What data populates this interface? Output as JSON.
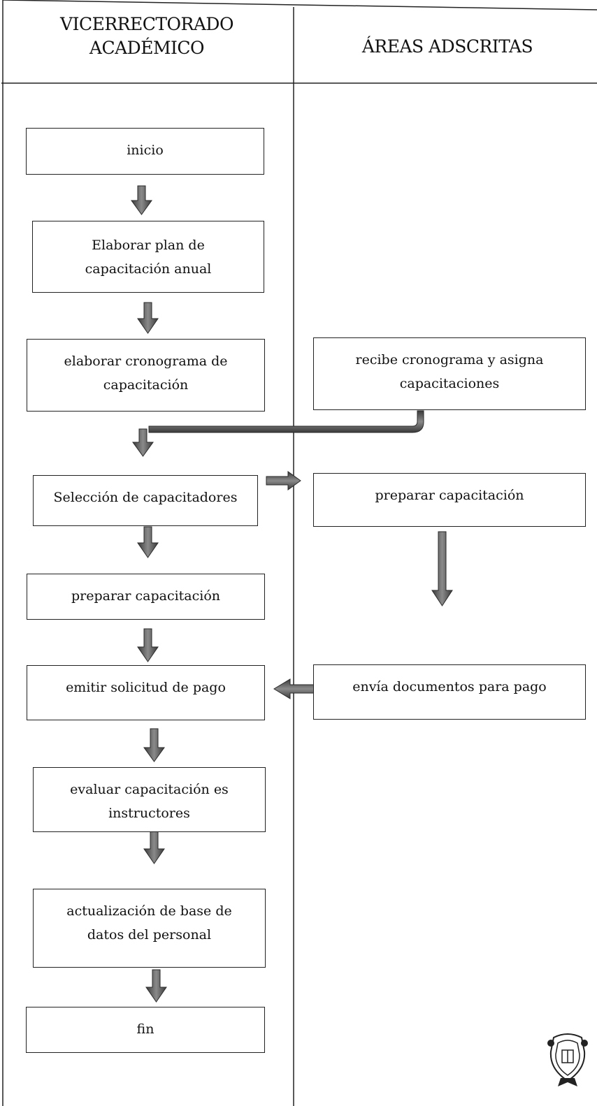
{
  "lanes": [
    {
      "title": "VICERRECTORADO\nACADÉMICO"
    },
    {
      "title": "ÁREAS ADSCRITAS"
    }
  ],
  "nodes": {
    "inicio": "inicio",
    "plan": "Elaborar plan de\ncapacitación anual",
    "cronograma": "elaborar cronograma de\ncapacitación",
    "recibe": "recibe cronograma y asigna\ncapacitaciones",
    "seleccion": "Selección de capacitadores",
    "preparar_right": "preparar capacitación",
    "preparar_left": "preparar capacitación",
    "emitir": "emitir solicitud de pago",
    "envia": "envía documentos para pago",
    "evaluar": "evaluar capacitación es\ninstructores",
    "actualizacion": "actualización de base de\ndatos del personal",
    "fin": "fin"
  },
  "colors": {
    "line": "#222222",
    "arrow_fill": "#5a5a5a",
    "arrow_edge": "#2a2a2a"
  },
  "icons": {
    "seal": "institution-seal-icon"
  }
}
